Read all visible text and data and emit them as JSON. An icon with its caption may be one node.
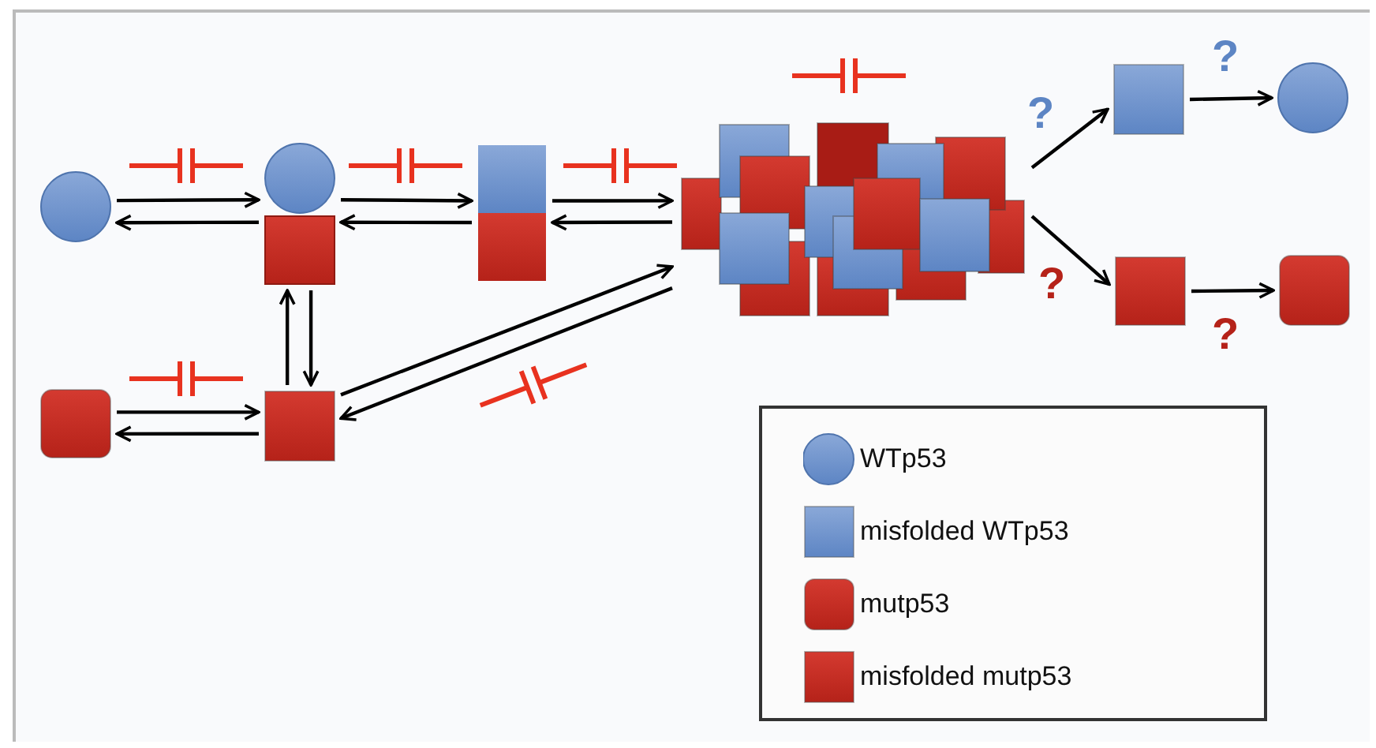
{
  "diagram": {
    "nodes": [
      {
        "text": [],
        "shape": "circle"
      },
      {
        "text": [],
        "shape": "picture"
      },
      {
        "text": [],
        "shape": "box"
      },
      {
        "text": [],
        "shape": "picture"
      },
      {
        "text": [],
        "shape": "box"
      },
      {
        "text": [],
        "shape": "circle"
      },
      {
        "text": [],
        "shape": "box"
      },
      {
        "text": [],
        "shape": "box"
      },
      {
        "text": [],
        "shape": "box"
      },
      {
        "text": [],
        "shape": "box"
      }
    ],
    "edges": [
      {
        "from": 0,
        "to": 1,
        "arrow": "to"
      },
      {
        "from": 1,
        "to": 0,
        "arrow": "to"
      },
      {
        "from": 1,
        "to": 2,
        "arrow": "to"
      },
      {
        "from": 2,
        "to": 1,
        "arrow": "to"
      },
      {
        "from": 2,
        "to": 3,
        "arrow": "to"
      },
      {
        "from": 3,
        "to": 2,
        "arrow": "to"
      },
      {
        "from": 9,
        "to": 1,
        "arrow": "to"
      },
      {
        "from": 1,
        "to": 9,
        "arrow": "to"
      },
      {
        "from": 8,
        "to": 9,
        "arrow": "to"
      },
      {
        "from": 9,
        "to": 8,
        "arrow": "to"
      },
      {
        "from": 9,
        "to": 3,
        "arrow": "to"
      },
      {
        "from": 3,
        "to": 9,
        "arrow": "to"
      },
      {
        "from": 3,
        "to": 4,
        "arrow": "to",
        "label": "?"
      },
      {
        "from": 4,
        "to": 5,
        "arrow": "to",
        "label": "?"
      },
      {
        "from": 3,
        "to": 6,
        "arrow": "to",
        "label": "?"
      },
      {
        "from": 6,
        "to": 7,
        "arrow": "to",
        "label": "?"
      }
    ],
    "legend": [
      {
        "text": "WTp53"
      },
      {
        "text": "misfolded WTp53"
      },
      {
        "text": "mutp53"
      },
      {
        "text": "misfolded mutp53"
      }
    ]
  }
}
